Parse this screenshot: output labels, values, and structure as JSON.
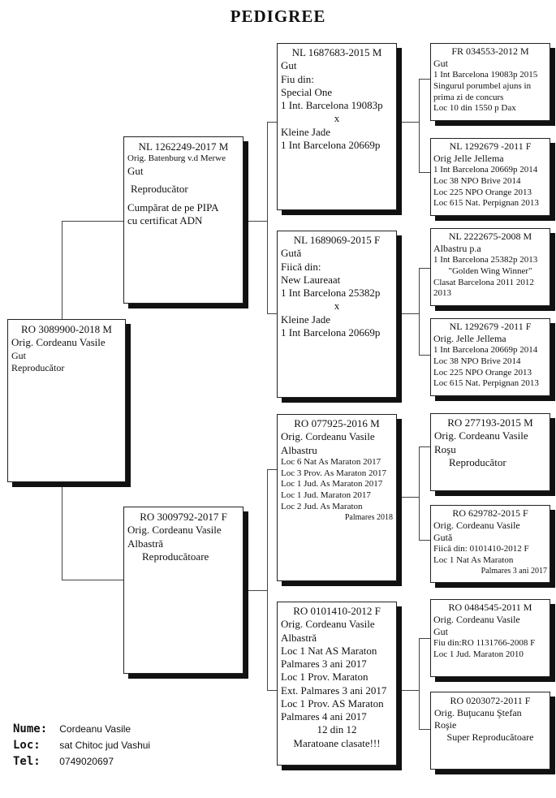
{
  "title": "PEDIGREE",
  "root": {
    "lines": [
      "RO 3089900-2018 M",
      "Orig. Cordeanu Vasile",
      "Gut",
      "Reproducător"
    ]
  },
  "sire": {
    "lines": [
      "NL 1262249-2017 M",
      "Orig. Batenburg v.d Merwe",
      "Gut",
      "Reproducător",
      "Cumpărat de pe PIPA",
      "cu certificat ADN"
    ]
  },
  "dam": {
    "lines": [
      "RO 3009792-2017 F",
      "Orig. Cordeanu Vasile",
      "Albastră",
      "Reproducătoare"
    ]
  },
  "ss": {
    "lines": [
      "NL 1687683-2015 M",
      "Gut",
      "Fiu din:",
      "Special One",
      "1 Int. Barcelona 19083p",
      "x",
      "Kleine Jade",
      "1 Int Barcelona 20669p"
    ]
  },
  "sd": {
    "lines": [
      "NL 1689069-2015 F",
      "Gută",
      "Fiică din:",
      "New Laureaat",
      "1 Int Barcelona 25382p",
      "x",
      "Kleine Jade",
      "1 Int Barcelona 20669p"
    ]
  },
  "ds": {
    "lines": [
      "RO 077925-2016 M",
      "Orig. Cordeanu Vasile",
      "Albastru",
      "Loc 6 Nat As Maraton 2017",
      "Loc 3 Prov. As Maraton 2017",
      "Loc 1 Jud. As Maraton 2017",
      "Loc 1 Jud. Maraton 2017",
      "Loc 2 Jud. As Maraton",
      "Palmares 2018"
    ]
  },
  "dd": {
    "lines": [
      "RO 0101410-2012 F",
      "Orig. Cordeanu Vasile",
      "Albastră",
      "Loc 1 Nat AS Maraton",
      "Palmares 3 ani 2017",
      "Loc 1 Prov. Maraton",
      "Ext. Palmares 3 ani 2017",
      "Loc 1 Prov. AS Maraton",
      "Palmares 4 ani 2017",
      "12 din 12",
      "Maratoane clasate!!!"
    ]
  },
  "sss": {
    "lines": [
      "FR 034553-2012 M",
      "Gut",
      "1 Int Barcelona 19083p 2015",
      "Singurul porumbel ajuns in",
      "prima zi de concurs",
      "Loc 10 din 1550 p Dax"
    ]
  },
  "ssd": {
    "lines": [
      "NL 1292679 -2011 F",
      "Orig Jelle Jellema",
      "1 Int Barcelona 20669p 2014",
      "Loc 38 NPO Brive 2014",
      "Loc 225 NPO Orange 2013",
      "Loc 615 Nat. Perpignan 2013"
    ]
  },
  "sds": {
    "lines": [
      "NL 2222675-2008 M",
      "Albastru p.a",
      "1 Int Barcelona 25382p 2013",
      "\"Golden Wing Winner\"",
      "Clasat Barcelona 2011 2012",
      "2013"
    ]
  },
  "sdd": {
    "lines": [
      "NL 1292679 -2011 F",
      "Orig. Jelle Jellema",
      "1 Int Barcelona 20669p 2014",
      "Loc 38 NPO Brive 2014",
      "Loc 225 NPO Orange 2013",
      "Loc 615 Nat. Perpignan 2013"
    ]
  },
  "dss": {
    "lines": [
      "RO 277193-2015 M",
      "Orig. Cordeanu Vasile",
      "Roşu",
      "Reproducător"
    ]
  },
  "dsd": {
    "lines": [
      "RO 629782-2015 F",
      "Orig. Cordeanu Vasile",
      "Gută",
      "Fiică din: 0101410-2012 F",
      "Loc 1 Nat As Maraton",
      "Palmares 3 ani 2017"
    ]
  },
  "dds": {
    "lines": [
      "RO 0484545-2011 M",
      "Orig. Cordeanu Vasile",
      "Gut",
      "Fiu din:RO 1131766-2008 F",
      "Loc 1 Jud. Maraton 2010"
    ]
  },
  "ddd": {
    "lines": [
      "RO 0203072-2011 F",
      "Orig. Buţucanu Ştefan",
      "Roşie",
      "Super Reproducătoare"
    ]
  },
  "footer": {
    "name_label": "Nume:",
    "name_value": "Cordeanu Vasile",
    "loc_label": "Loc:",
    "loc_value": "sat Chitoc jud Vashui",
    "tel_label": "Tel:",
    "tel_value": "0749020697"
  }
}
